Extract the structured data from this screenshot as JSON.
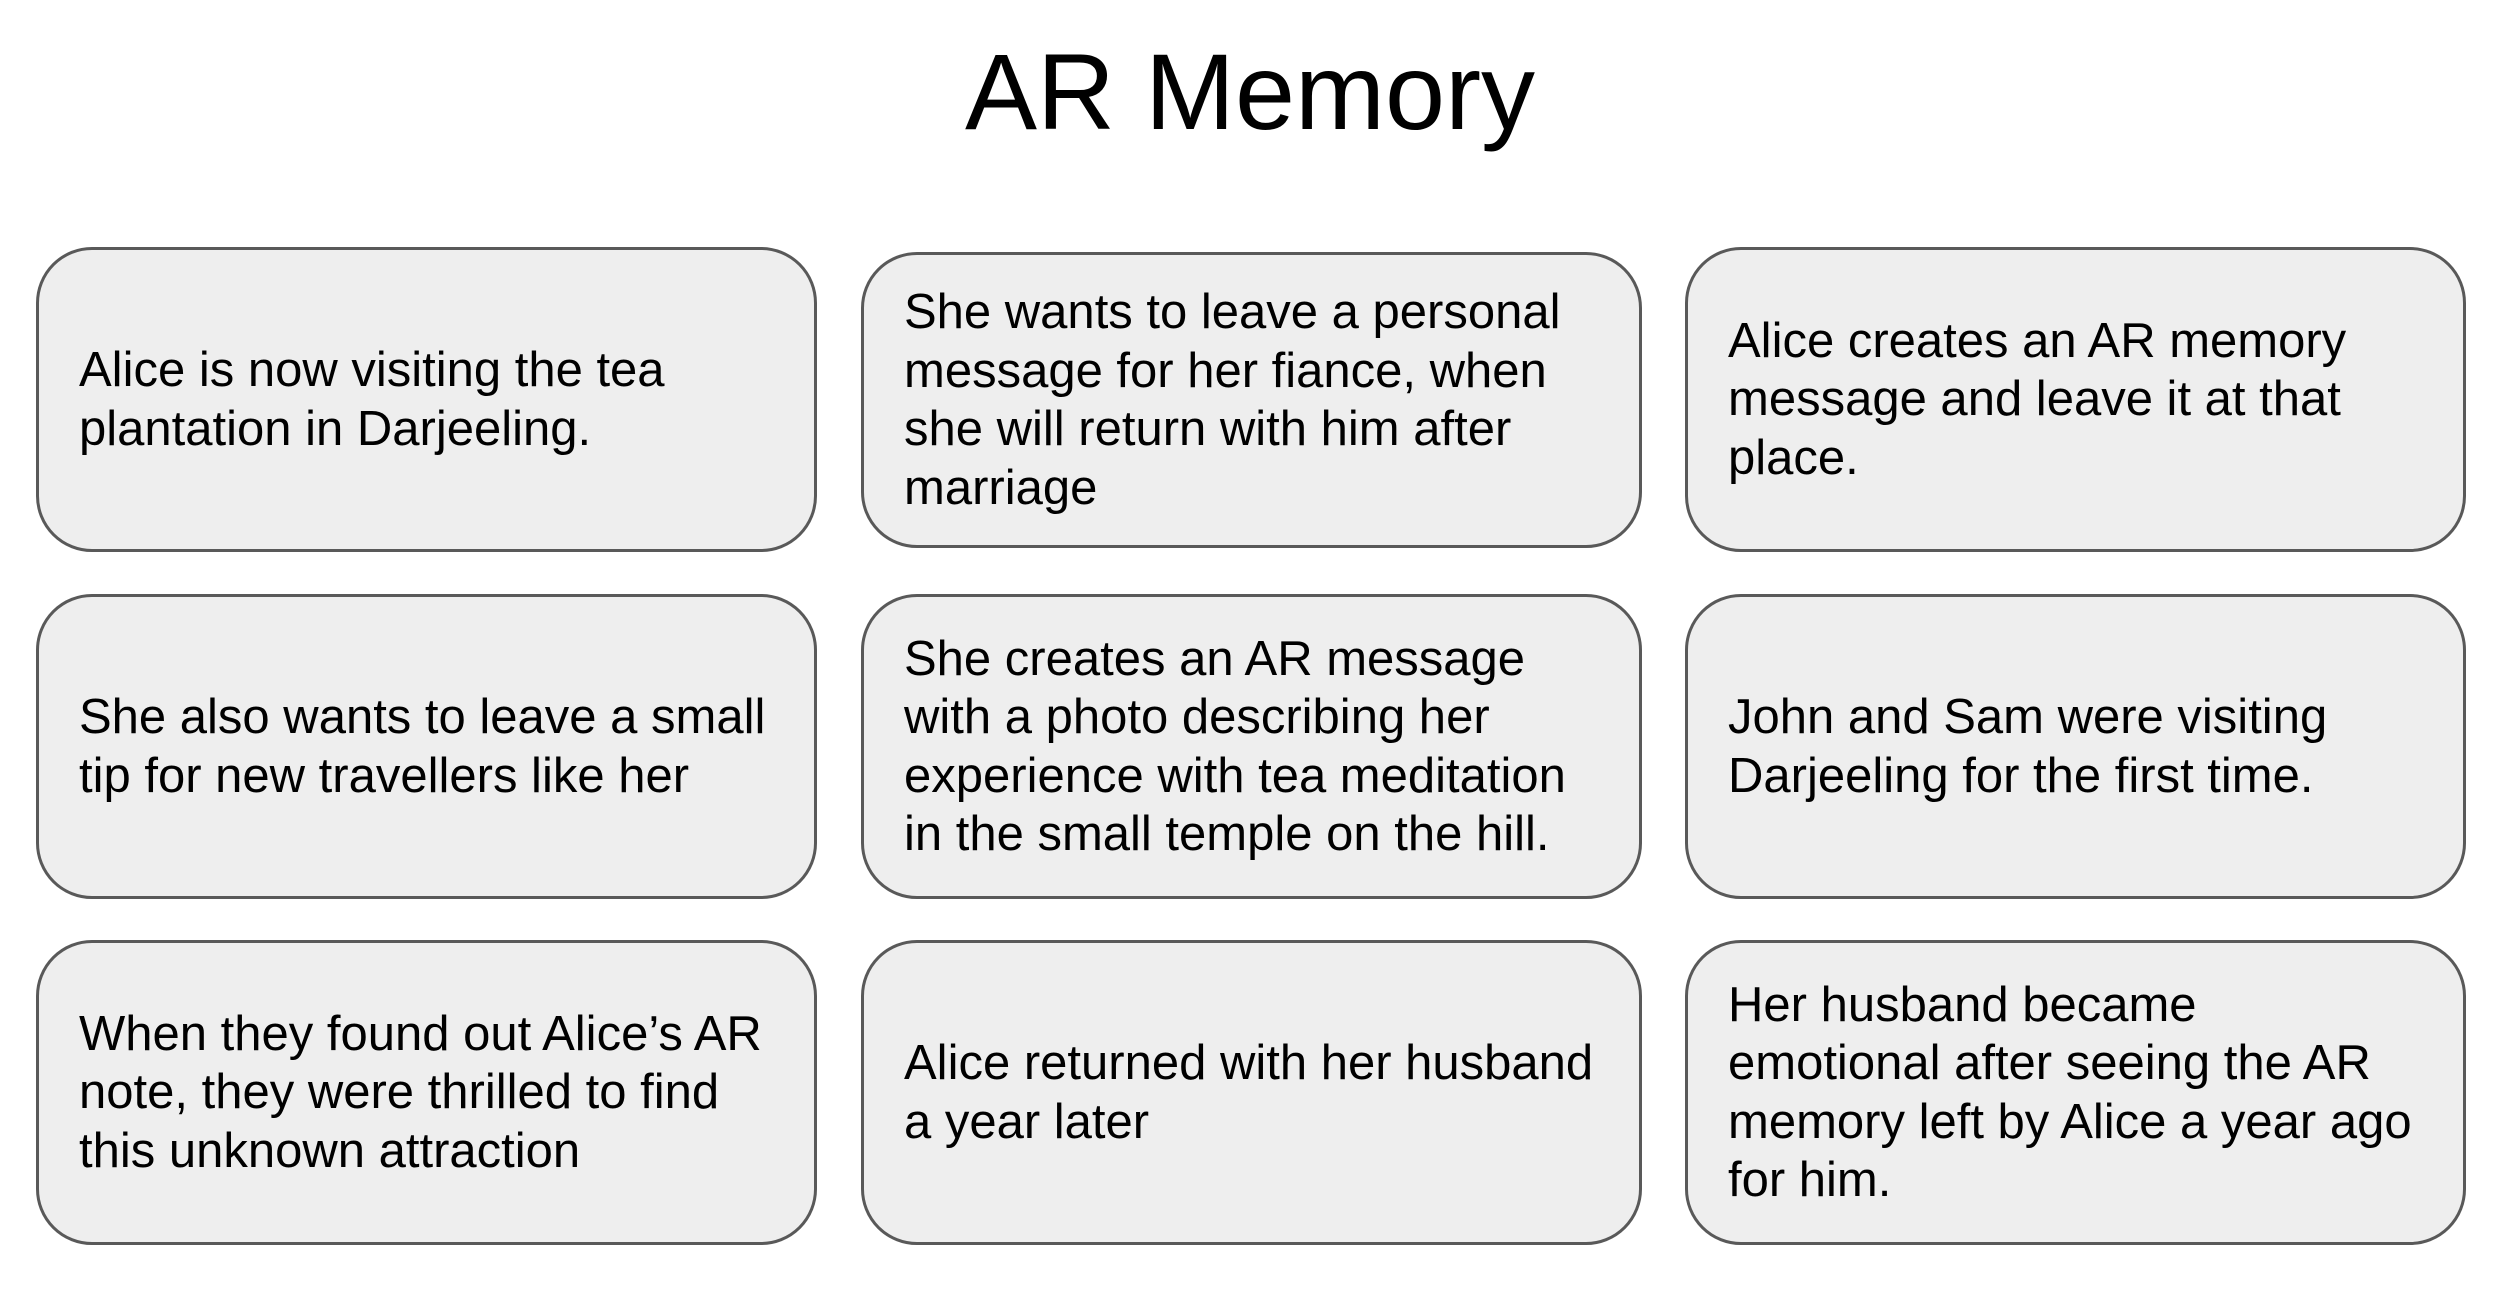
{
  "title": "AR Memory",
  "cards": [
    {
      "text": "Alice is now visiting the tea\nplantation in Darjeeling."
    },
    {
      "text": "She wants to leave a personal\nmessage for her fiance, when\nshe will return with him after\nmarriage"
    },
    {
      "text": "Alice creates an AR memory\nmessage and leave it at that\nplace."
    },
    {
      "text": "She also wants to leave a small\ntip for new travellers like her"
    },
    {
      "text": "She creates an AR message\nwith a photo describing her\nexperience with tea meditation\nin the small temple on the hill."
    },
    {
      "text": "John and Sam were visiting\nDarjeeling for the first time."
    },
    {
      "text": "When they found out Alice’s AR\nnote, they were thrilled to find\nthis unknown attraction"
    },
    {
      "text": "Alice returned with her husband\na year later"
    },
    {
      "text": "Her husband became\nemotional after seeing the AR\nmemory left by Alice a year ago\nfor him."
    }
  ]
}
